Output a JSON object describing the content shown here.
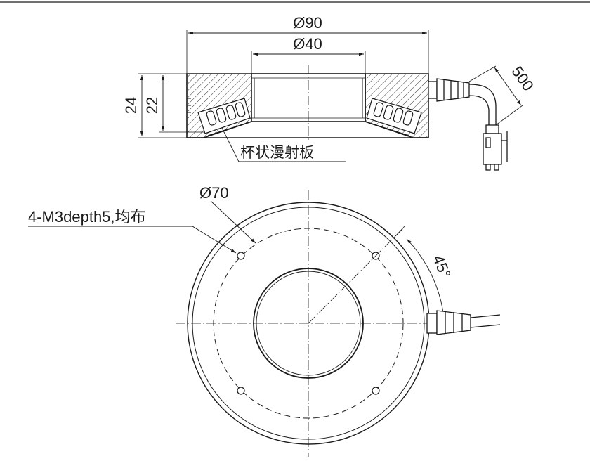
{
  "side_view": {
    "outer_diameter": "Ø90",
    "inner_diameter": "Ø40",
    "total_height": "24",
    "body_height": "22",
    "cable_length": "500",
    "diffuser_label": "杯状漫射板"
  },
  "top_view": {
    "bolt_circle": "Ø70",
    "hole_spec": "4-M3depth5,均布",
    "hole_angle": "45°"
  },
  "colors": {
    "line": "#1a1a1a",
    "background": "#ffffff",
    "hatch": "#1a1a1a"
  }
}
